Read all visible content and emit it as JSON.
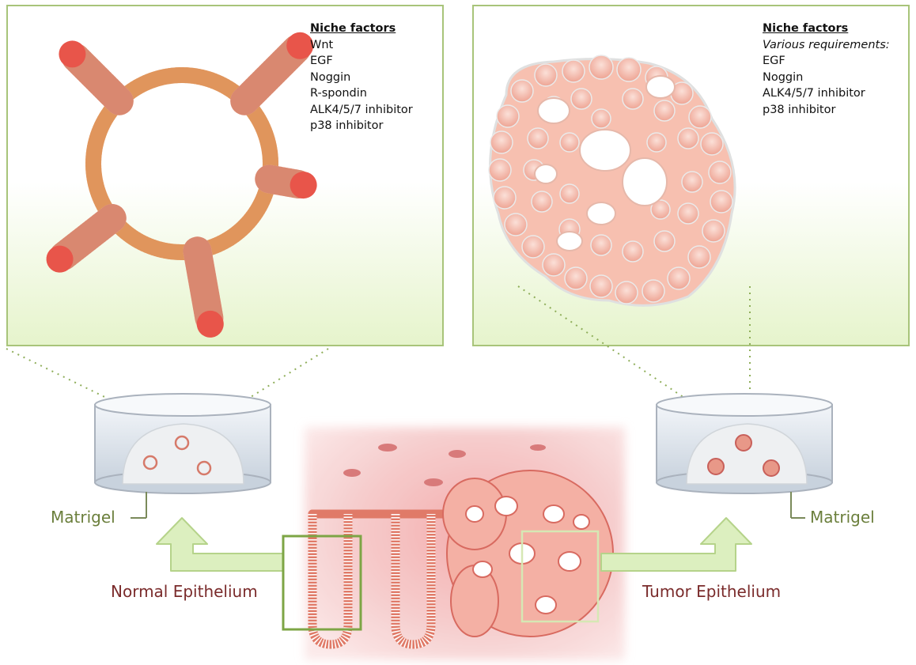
{
  "panels": {
    "left": {
      "heading": "Niche factors",
      "factors": [
        "Wnt",
        "EGF",
        "Noggin",
        "R-spondin",
        "ALK4/5/7 inhibitor",
        "p38 inhibitor"
      ]
    },
    "right": {
      "heading": "Niche factors",
      "subheading": "Various requirements:",
      "factors": [
        "EGF",
        "Noggin",
        "ALK4/5/7 inhibitor",
        "p38 inhibitor"
      ]
    }
  },
  "labels": {
    "matrigel_left": "Matrigel",
    "matrigel_right": "Matrigel",
    "normal_epithelium": "Normal Epithelium",
    "tumor_epithelium": "Tumor Epithelium"
  },
  "colors": {
    "panel_border": "#a8c47a",
    "organoid_base": "#e8a070",
    "organoid_tip": "#e03030",
    "tumor_cell": "#f0a898",
    "tissue": "#f4c4c4",
    "arrow": "#d8edb8",
    "matrigel_text": "#6b7f3c",
    "epithelium_text": "#7a2b2b"
  }
}
